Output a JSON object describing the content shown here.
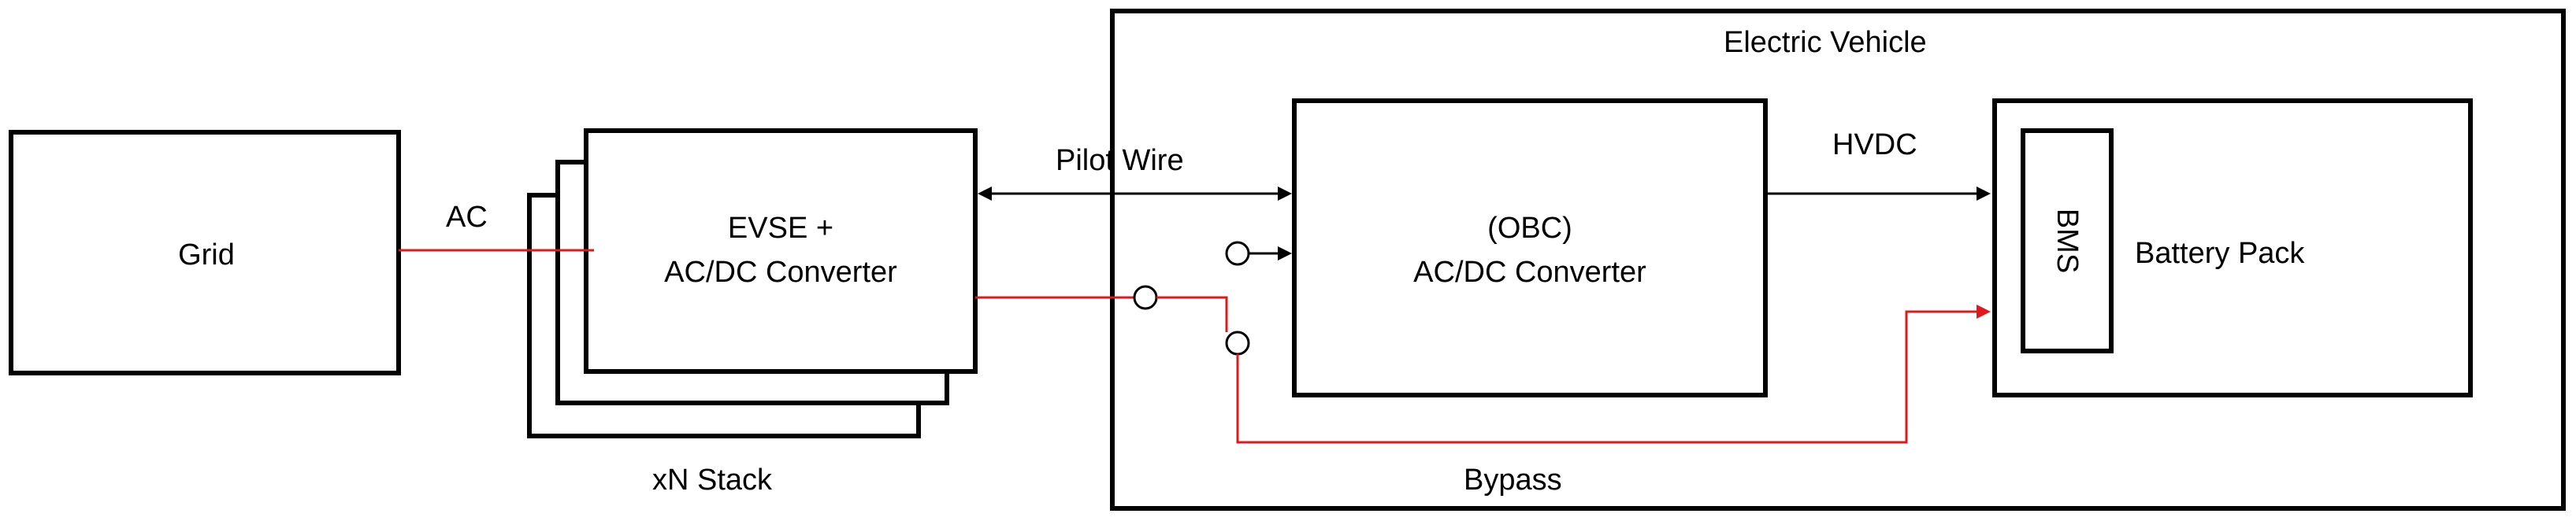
{
  "blocks": {
    "grid": "Grid",
    "evse_line1": "EVSE +",
    "evse_line2": "AC/DC Converter",
    "stack_label": "xN Stack",
    "vehicle": "Electric Vehicle",
    "obc_line1": "(OBC)",
    "obc_line2": "AC/DC Converter",
    "bms": "BMS",
    "battery": "Battery Pack"
  },
  "connections": {
    "ac": "AC",
    "pilot_wire": "Pilot Wire",
    "hvdc": "HVDC",
    "bypass": "Bypass"
  },
  "colors": {
    "power_line": "#e0191c",
    "signal_line": "#000000"
  }
}
